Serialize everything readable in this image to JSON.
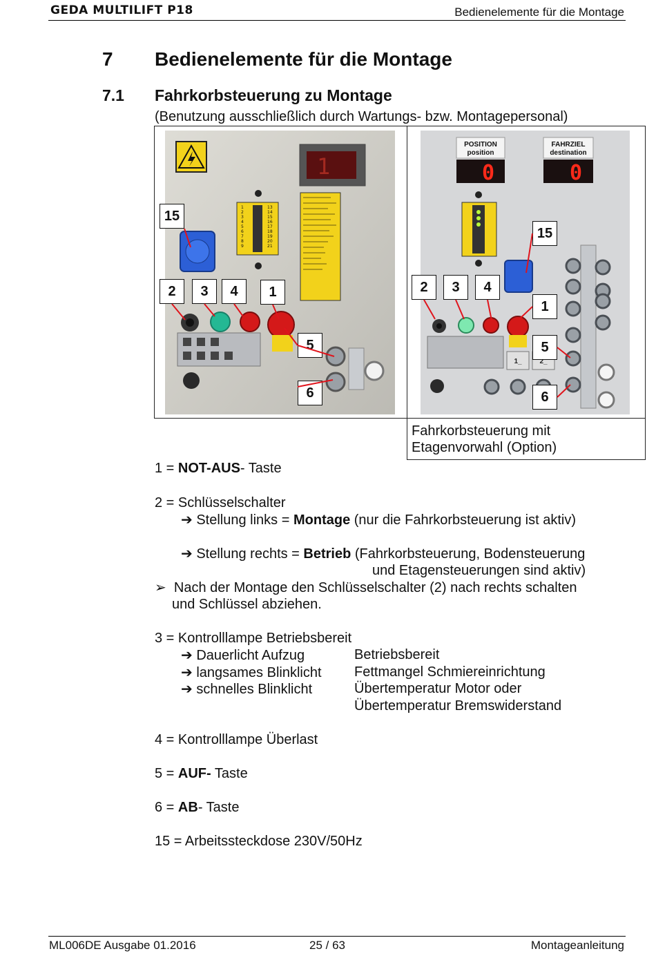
{
  "header": {
    "logo_text": "GEDA MULTILIFT P18",
    "section_title": "Bedienelemente für die Montage"
  },
  "chapter": {
    "number": "7",
    "title": "Bedienelemente für die Montage"
  },
  "section": {
    "number": "7.1",
    "title": "Fahrkorbsteuerung zu Montage",
    "subtitle": "(Benutzung ausschließlich durch Wartungs- bzw. Montagepersonal)"
  },
  "figure_left": {
    "callouts": [
      "15",
      "2",
      "3",
      "4",
      "1",
      "5",
      "6"
    ]
  },
  "figure_right": {
    "panel_labels": {
      "position": "POSITION",
      "position_en": "position",
      "fahrziel": "FAHRZIEL",
      "fahrziel_en": "destination"
    },
    "display_values": {
      "position": "0",
      "fahrziel": "0"
    },
    "callouts": [
      "15",
      "2",
      "3",
      "4",
      "1",
      "5",
      "6"
    ],
    "caption_line1": "Fahrkorbsteuerung mit",
    "caption_line2": "Etagenvorwahl (Option)"
  },
  "items": {
    "i1_prefix": "1 = ",
    "i1_bold": "NOT-AUS",
    "i1_rest": "- Taste",
    "i2_label": "2 = Schlüsselschalter",
    "i2_a_pre": "Stellung links = ",
    "i2_a_bold": "Montage",
    "i2_a_rest": " (nur die Fahrkorbsteuerung ist aktiv)",
    "i2_b_pre": "Stellung rechts = ",
    "i2_b_bold": "Betrieb",
    "i2_b_rest": " (Fahrkorbsteuerung, Bodensteuerung",
    "i2_b_cont": "und Etagensteuerungen sind aktiv)",
    "i2_note1": "Nach der Montage den Schlüsselschalter (2) nach rechts schalten",
    "i2_note2": "und Schlüssel abziehen.",
    "i3_label": "3 = Kontrolllampe Betriebsbereit",
    "i3_r1_a": "Dauerlicht Aufzug",
    "i3_r1_b": "Betriebsbereit",
    "i3_r2_a": "langsames Blinklicht",
    "i3_r2_b": "Fettmangel Schmiereinrichtung",
    "i3_r3_a": "schnelles Blinklicht",
    "i3_r3_b": "Übertemperatur Motor oder",
    "i3_r4_b": "Übertemperatur Bremswiderstand",
    "i4_label": "4 = Kontrolllampe Überlast",
    "i5_prefix": "5 = ",
    "i5_bold": "AUF-",
    "i5_rest": " Taste",
    "i6_prefix": "6 = ",
    "i6_bold": "AB",
    "i6_rest": "- Taste",
    "i15_label": "15 = Arbeitssteckdose 230V/50Hz"
  },
  "footer": {
    "left": "ML006DE Ausgabe 01.2016",
    "center": "25 / 63",
    "right": "Montageanleitung"
  },
  "colors": {
    "panel_grey": "#cfcdc4",
    "warning_yellow": "#f2d21b",
    "emergency_red": "#d41919",
    "lamp_green": "#24b894",
    "socket_blue": "#2c5fd6",
    "display_red": "#ff2a1a"
  }
}
